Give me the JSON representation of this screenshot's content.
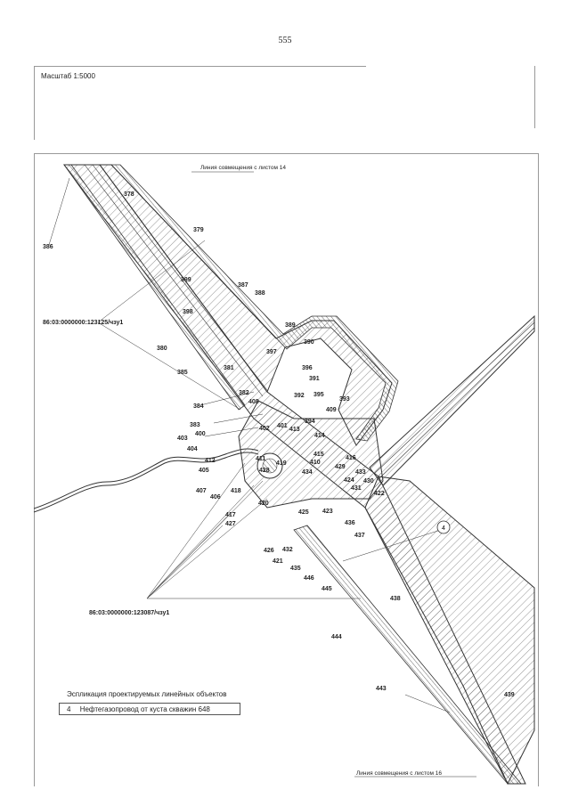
{
  "page_number": "555",
  "scale": "Масштаб 1:5000",
  "match_line_top": "Линия совмещения с листом 14",
  "match_line_bottom": "Линия совмещения с листом 16",
  "parcel_north": "86:03:0000000:123125/чзу1",
  "parcel_south": "86:03:0000000:123087/чзу1",
  "object_marker": "4",
  "legend": {
    "title": "Эспликация проектируемых линейных объектов",
    "item_number": "4",
    "item_label": "Нефтегазопровод от куста скважин 648"
  },
  "point_labels": [
    "378",
    "379",
    "386",
    "399",
    "387",
    "388",
    "398",
    "389",
    "390",
    "397",
    "380",
    "385",
    "381",
    "396",
    "391",
    "384",
    "382",
    "408",
    "392",
    "395",
    "393",
    "409",
    "383",
    "400",
    "401",
    "394",
    "413",
    "403",
    "402",
    "414",
    "404",
    "415",
    "416",
    "412",
    "411",
    "419",
    "410",
    "429",
    "405",
    "428",
    "434",
    "433",
    "430",
    "431",
    "422",
    "407",
    "406",
    "418",
    "424",
    "420",
    "425",
    "423",
    "436",
    "417",
    "427",
    "437",
    "426",
    "432",
    "421",
    "435",
    "446",
    "445",
    "438",
    "444",
    "443",
    "439"
  ],
  "colors": {
    "ink": "#222222",
    "hatch": "#555555",
    "frame": "#999999"
  }
}
